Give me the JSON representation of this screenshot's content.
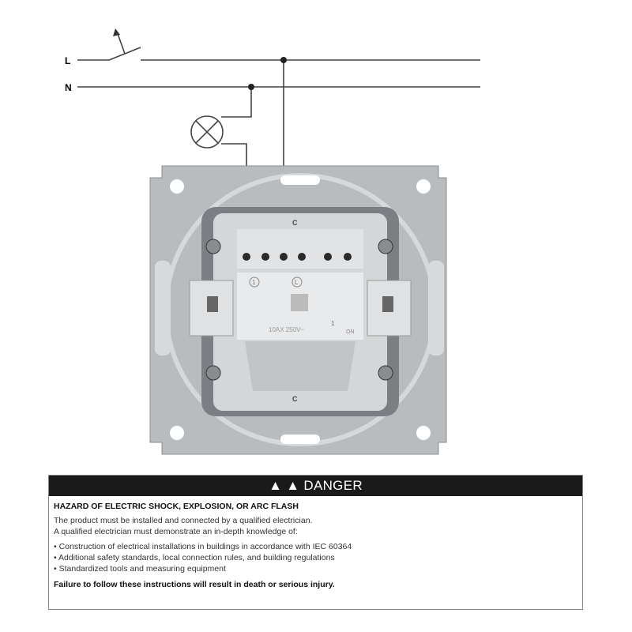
{
  "diagram": {
    "line_label": "L",
    "neutral_label": "N",
    "device_marks": {
      "terminal_1": "1",
      "terminal_l": "L",
      "rating": "10AX 250V~",
      "position": "1",
      "on_label": "ON",
      "clip_mark": "C"
    }
  },
  "danger": {
    "header": "DANGER",
    "icon": "warning-triangle-icon",
    "title": "HAZARD OF ELECTRIC SHOCK, EXPLOSION, OR ARC FLASH",
    "lines": [
      "The product must be installed and connected by a qualified electrician.",
      "A qualified electrician must demonstrate an in-depth knowledge of:"
    ],
    "bullets": [
      "Construction of electrical installations in buildings in accordance with IEC 60364",
      "Additional safety standards, local connection rules, and building regulations",
      "Standardized tools and measuring equipment"
    ],
    "footer": "Failure to follow these instructions will result in death or serious injury."
  }
}
